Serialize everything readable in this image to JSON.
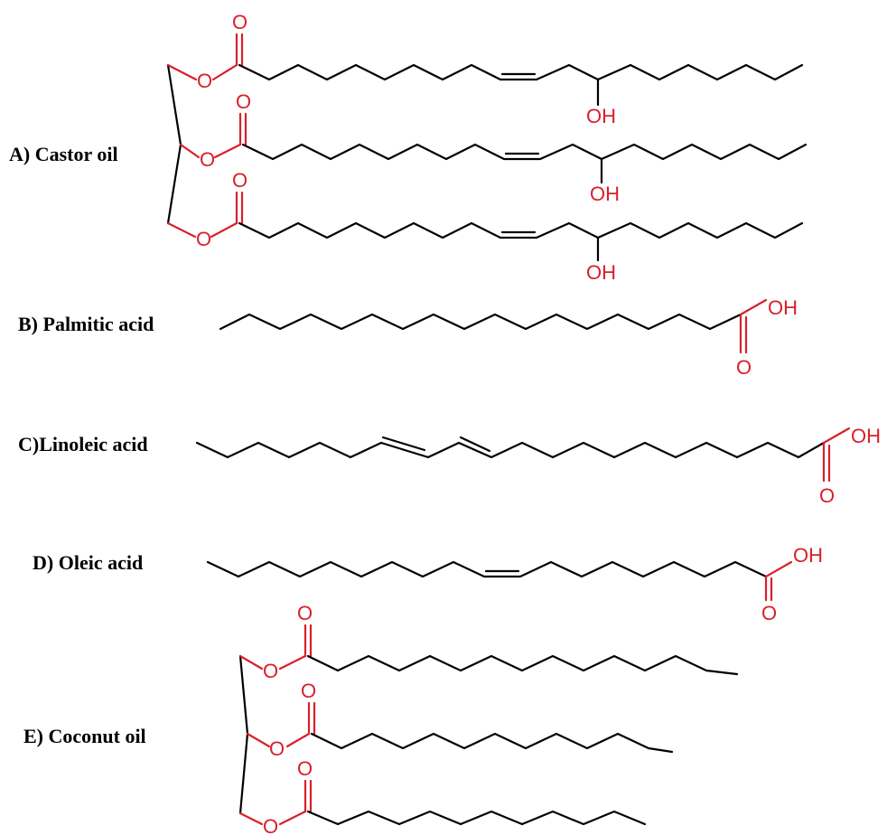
{
  "colors": {
    "bond": "#000000",
    "heteroatom": "#d8202a",
    "background": "#ffffff"
  },
  "atoms": {
    "oxygen": "O",
    "hydroxyl": "OH"
  },
  "structures": [
    {
      "id": "castor",
      "label": "A) Castor oil"
    },
    {
      "id": "palmitic",
      "label": "B) Palmitic acid"
    },
    {
      "id": "linoleic",
      "label": "C)Linoleic acid"
    },
    {
      "id": "oleic",
      "label": "D) Oleic acid"
    },
    {
      "id": "coconut",
      "label": "E) Coconut oil"
    }
  ]
}
